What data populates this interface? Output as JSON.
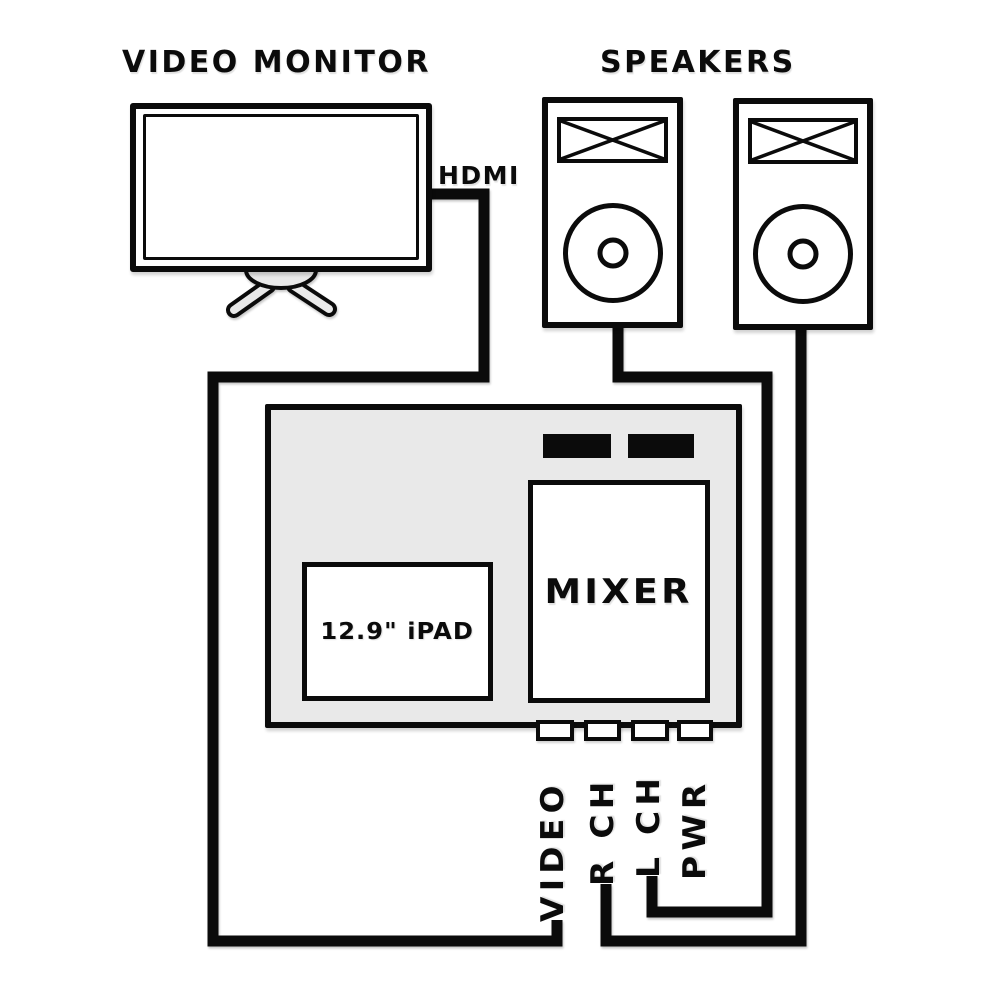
{
  "colors": {
    "background": "#ffffff",
    "ink": "#0b0b0b",
    "panel_gray": "#e9e9e9"
  },
  "monitor": {
    "title": "VIDEO MONITOR",
    "cable_label": "HDMI"
  },
  "speakers": {
    "title": "SPEAKERS"
  },
  "console": {
    "ipad_label": "12.9\" iPAD",
    "mixer_label": "MIXER",
    "ports": [
      "VIDEO",
      "R CH",
      "L CH",
      "PWR"
    ]
  }
}
